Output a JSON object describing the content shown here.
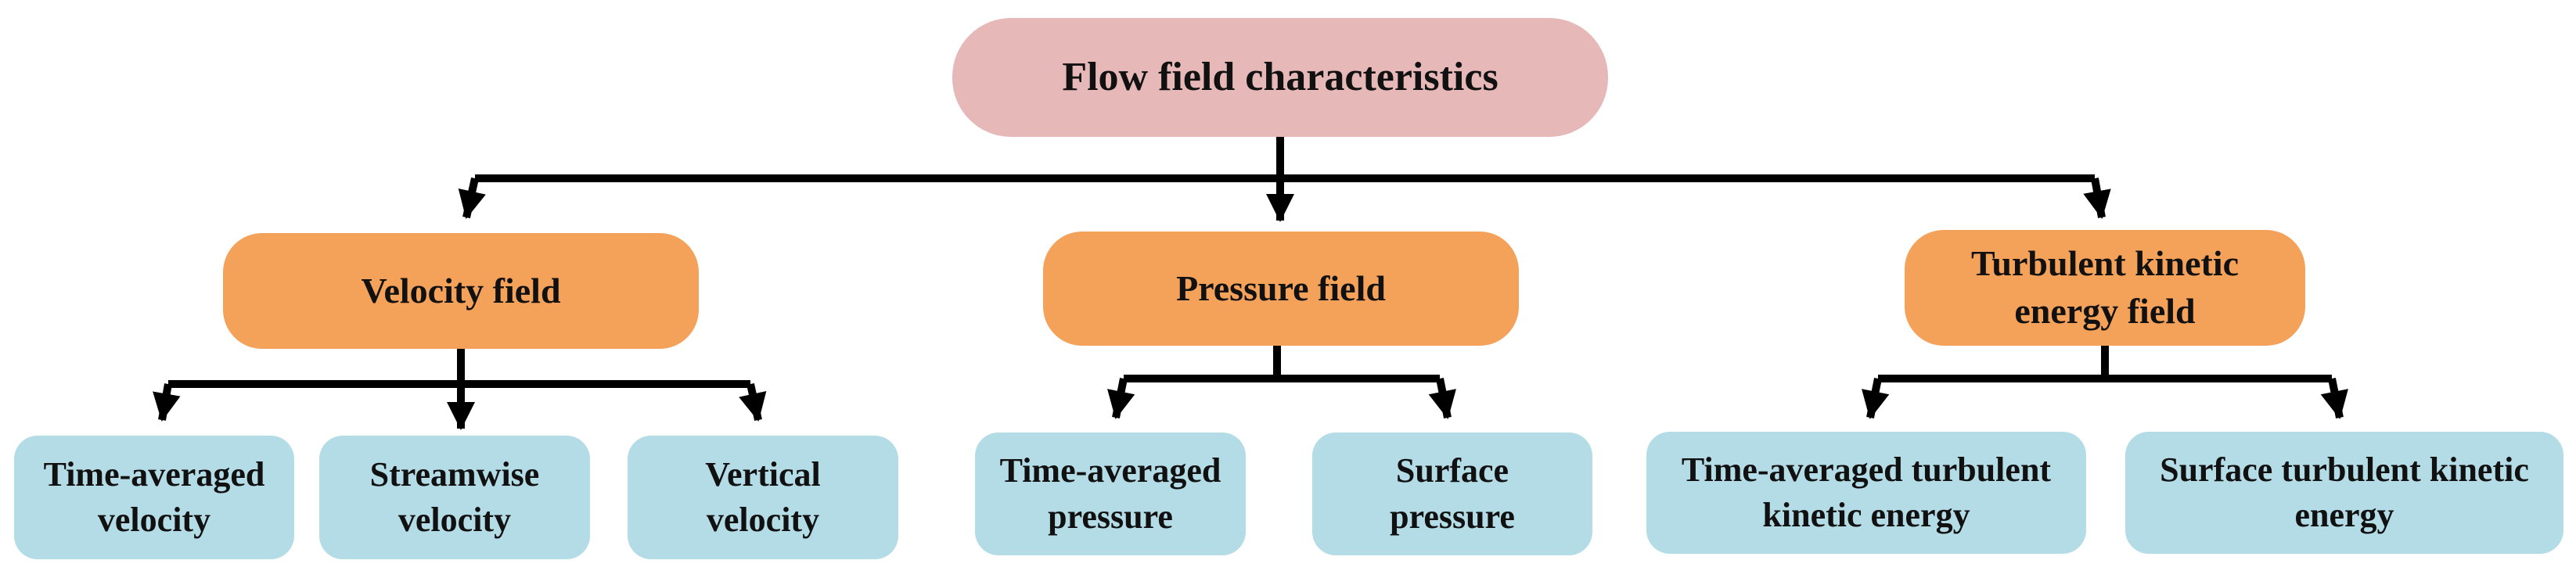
{
  "diagram": {
    "root": {
      "label": "Flow field characteristics"
    },
    "branches": [
      {
        "label": "Velocity field",
        "children": [
          "Time-averaged velocity",
          "Streamwise velocity",
          "Vertical velocity"
        ]
      },
      {
        "label": "Pressure field",
        "children": [
          "Time-averaged pressure",
          "Surface pressure"
        ]
      },
      {
        "label": "Turbulent kinetic energy field",
        "children": [
          "Time-averaged turbulent kinetic energy",
          "Surface turbulent kinetic energy"
        ]
      }
    ]
  },
  "colors": {
    "root_fill": "#e6b8b7",
    "branch_fill": "#f4a15a",
    "leaf_fill": "#b4dce6",
    "connector": "#000000"
  }
}
